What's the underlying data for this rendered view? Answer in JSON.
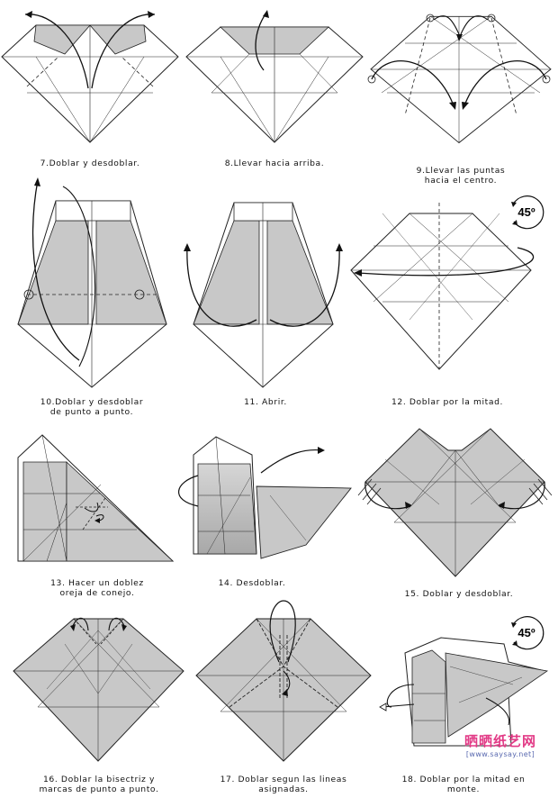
{
  "captions": {
    "s7": [
      "7.Doblar y desdoblar."
    ],
    "s8": [
      "8.Llevar hacia arriba."
    ],
    "s9": [
      "9.Llevar las puntas",
      "hacia el centro."
    ],
    "s10": [
      "10.Doblar y desdoblar",
      "de punto a punto."
    ],
    "s11": [
      "11. Abrir."
    ],
    "s12": [
      "12. Doblar por la mitad."
    ],
    "s13": [
      "13. Hacer un doblez",
      "oreja de conejo."
    ],
    "s14": [
      "14. Desdoblar."
    ],
    "s15": [
      "15. Doblar y  desdoblar."
    ],
    "s16": [
      "16. Doblar la bisectriz y",
      "marcas de punto a punto."
    ],
    "s17": [
      "17. Doblar segun las lineas",
      "asignadas."
    ],
    "s18": [
      "18. Doblar por la mitad en",
      "monte."
    ]
  },
  "rotation_badges": {
    "top": "45º",
    "bottom": "45º"
  },
  "watermark": {
    "main": "晒晒纸艺网",
    "url": "[www.saysay.net]"
  },
  "colors": {
    "paper_gray": "#c8c8c8",
    "paper_white": "#ffffff",
    "line": "#222222",
    "watermark_pink": "#e23a86",
    "watermark_blue": "#5a6ab0"
  }
}
